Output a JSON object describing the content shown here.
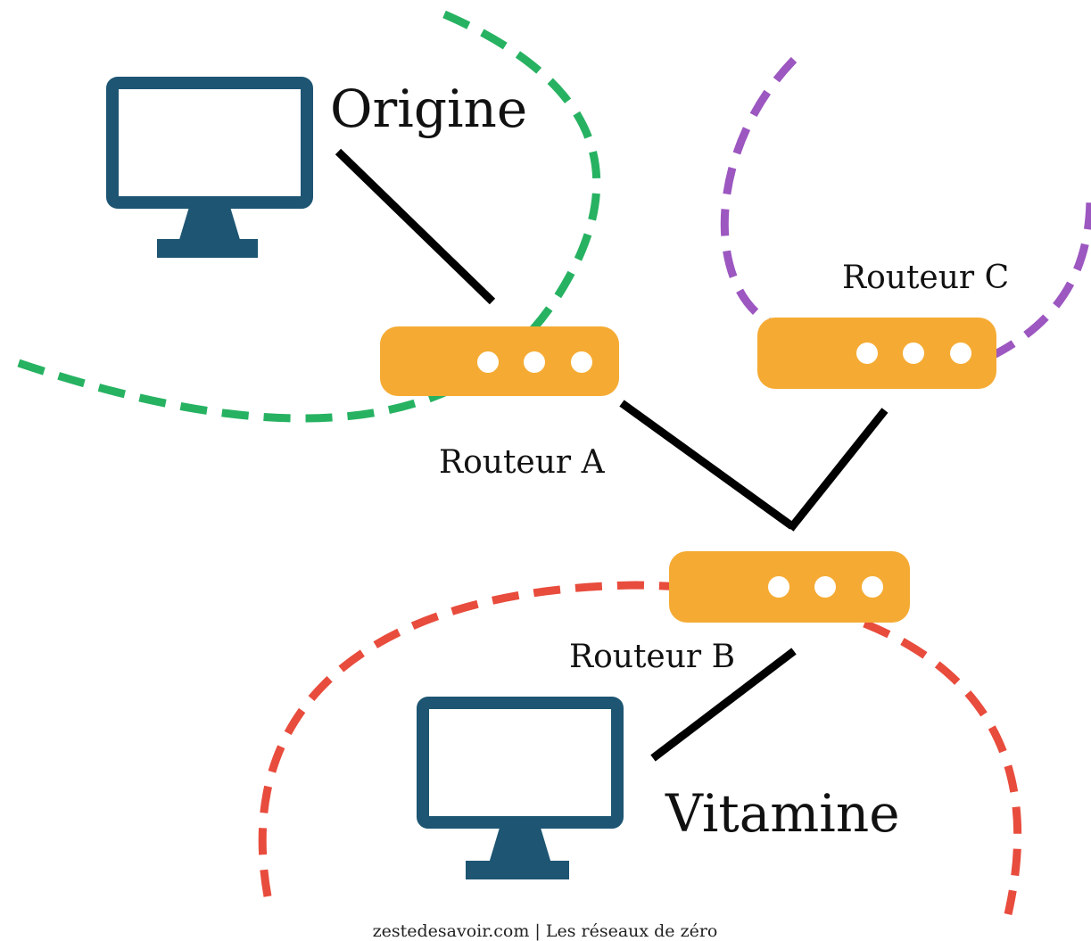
{
  "colors": {
    "monitor": "#1d5572",
    "router": "#f5ab33",
    "zone_origin": "#27b262",
    "zone_router_c": "#9c57c0",
    "zone_vitamine": "#e84c3d",
    "link": "#000000"
  },
  "nodes": {
    "origin": {
      "label": "Origine",
      "icon": "monitor-icon"
    },
    "vitamine": {
      "label": "Vitamine",
      "icon": "monitor-icon"
    },
    "router_a": {
      "label": "Routeur A",
      "icon": "router-icon"
    },
    "router_b": {
      "label": "Routeur B",
      "icon": "router-icon"
    },
    "router_c": {
      "label": "Routeur C",
      "icon": "router-icon"
    }
  },
  "links": [
    {
      "from": "origin",
      "to": "router_a"
    },
    {
      "from": "router_a",
      "to": "router_b"
    },
    {
      "from": "router_c",
      "to": "router_b"
    },
    {
      "from": "router_b",
      "to": "vitamine"
    }
  ],
  "zones": [
    {
      "name": "zone-origin",
      "color_key": "zone_origin"
    },
    {
      "name": "zone-router-c",
      "color_key": "zone_router_c"
    },
    {
      "name": "zone-vitamine",
      "color_key": "zone_vitamine"
    }
  ],
  "footer": {
    "credit": "zestedesavoir.com | Les réseaux de zéro"
  }
}
